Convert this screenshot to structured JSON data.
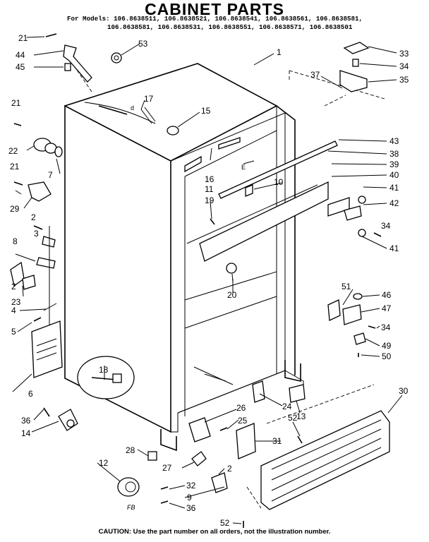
{
  "header": {
    "title": "CABINET PARTS",
    "models_line1": "For Models: 106.8638511, 106.8638521, 106.8638541, 106.8638561, 106.8638581,",
    "models_line2": "106.8638581, 106.8638531, 106.8638551, 106.8638571, 106.8638501"
  },
  "footer": {
    "caution": "CAUTION: Use the part number on all orders, not the illustration number."
  },
  "diagram": {
    "small_marks": {
      "mark_fb": "FB",
      "mark_e": "E",
      "mark_d": "d"
    },
    "parts": [
      {
        "id": "p1",
        "label": "1"
      },
      {
        "id": "p2a",
        "label": "2"
      },
      {
        "id": "p2b",
        "label": "2"
      },
      {
        "id": "p2c",
        "label": "2"
      },
      {
        "id": "p3",
        "label": "3"
      },
      {
        "id": "p4",
        "label": "4"
      },
      {
        "id": "p5",
        "label": "5"
      },
      {
        "id": "p6",
        "label": "6"
      },
      {
        "id": "p7",
        "label": "7"
      },
      {
        "id": "p8",
        "label": "8"
      },
      {
        "id": "p9",
        "label": "9"
      },
      {
        "id": "p10",
        "label": "10"
      },
      {
        "id": "p11",
        "label": "11"
      },
      {
        "id": "p12",
        "label": "12"
      },
      {
        "id": "p13",
        "label": "13"
      },
      {
        "id": "p14",
        "label": "14"
      },
      {
        "id": "p15",
        "label": "15"
      },
      {
        "id": "p16",
        "label": "16"
      },
      {
        "id": "p17",
        "label": "17"
      },
      {
        "id": "p18",
        "label": "18"
      },
      {
        "id": "p19",
        "label": "19"
      },
      {
        "id": "p20",
        "label": "20"
      },
      {
        "id": "p21a",
        "label": "21"
      },
      {
        "id": "p21b",
        "label": "21"
      },
      {
        "id": "p21c",
        "label": "21"
      },
      {
        "id": "p22",
        "label": "22"
      },
      {
        "id": "p23",
        "label": "23"
      },
      {
        "id": "p24",
        "label": "24"
      },
      {
        "id": "p25",
        "label": "25"
      },
      {
        "id": "p26",
        "label": "26"
      },
      {
        "id": "p27",
        "label": "27"
      },
      {
        "id": "p28",
        "label": "28"
      },
      {
        "id": "p29",
        "label": "29"
      },
      {
        "id": "p30",
        "label": "30"
      },
      {
        "id": "p31",
        "label": "31"
      },
      {
        "id": "p32",
        "label": "32"
      },
      {
        "id": "p33",
        "label": "33"
      },
      {
        "id": "p34a",
        "label": "34"
      },
      {
        "id": "p34b",
        "label": "34"
      },
      {
        "id": "p34c",
        "label": "34"
      },
      {
        "id": "p35",
        "label": "35"
      },
      {
        "id": "p36a",
        "label": "36"
      },
      {
        "id": "p36b",
        "label": "36"
      },
      {
        "id": "p37",
        "label": "37"
      },
      {
        "id": "p38",
        "label": "38"
      },
      {
        "id": "p39",
        "label": "39"
      },
      {
        "id": "p40",
        "label": "40"
      },
      {
        "id": "p41a",
        "label": "41"
      },
      {
        "id": "p41b",
        "label": "41"
      },
      {
        "id": "p42",
        "label": "42"
      },
      {
        "id": "p43",
        "label": "43"
      },
      {
        "id": "p44",
        "label": "44"
      },
      {
        "id": "p45",
        "label": "45"
      },
      {
        "id": "p46",
        "label": "46"
      },
      {
        "id": "p47",
        "label": "47"
      },
      {
        "id": "p49",
        "label": "49"
      },
      {
        "id": "p50",
        "label": "50"
      },
      {
        "id": "p51",
        "label": "51"
      },
      {
        "id": "p52a",
        "label": "52"
      },
      {
        "id": "p52b",
        "label": "52"
      },
      {
        "id": "p53",
        "label": "53"
      }
    ]
  }
}
